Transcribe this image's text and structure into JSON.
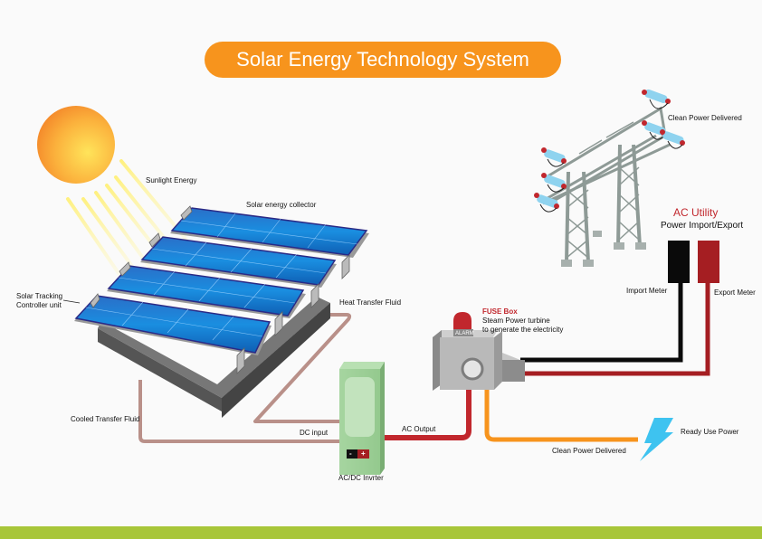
{
  "title": "Solar Energy Technology System",
  "labels": {
    "sunlight_energy": "Sunlight Energy",
    "solar_energy_collector": "Solar energy collector",
    "solar_tracking_line1": "Solar Tracking",
    "solar_tracking_line2": "Controller unit",
    "heat_transfer_fluid": "Heat Transfer Fluid",
    "cooled_transfer_fluid": "Cooled Transfer Fluid",
    "dc_input": "DC input",
    "ac_output": "AC Output",
    "inverter": "AC/DC Invrter",
    "inverter_minus": "-",
    "inverter_plus": "+",
    "fuse_box": "FUSE Box",
    "fuse_desc_line1": "Steam Power turbine",
    "fuse_desc_line2": "to generate the electricity",
    "alarm": "ALARM",
    "clean_power_top": "Clean Power Delivered",
    "ac_utility": "AC Utility",
    "power_import_export": "Power Import/Export",
    "import_meter": "Import Meter",
    "export_meter": "Export Meter",
    "clean_power_bottom": "Clean Power Delivered",
    "ready_use_power": "Ready Use Power"
  },
  "colors": {
    "title_bg": "#f7941d",
    "footer_bar": "#a8c639",
    "panel_blue": "#1a7fd1",
    "fluid_pipe": "#b99089",
    "ac_red": "#c1272d",
    "clean_orange": "#f7941d",
    "inverter_green": "#9fd09a",
    "lightning": "#3ec3f0",
    "import_black": "#0a0a0a",
    "export_red": "#a51e22"
  }
}
